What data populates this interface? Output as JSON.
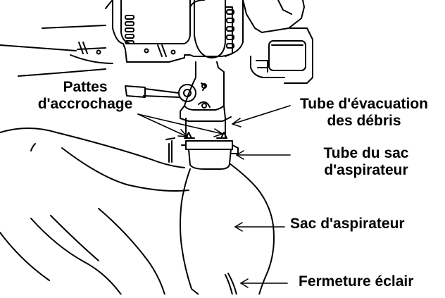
{
  "labels": {
    "hooks_line1": "Pattes",
    "hooks_line2": "d'accrochage",
    "chute_line1": "Tube d'évacuation",
    "chute_line2": "des débris",
    "bag_tube_line1": "Tube du sac",
    "bag_tube_line2": "d'aspirateur",
    "bag": "Sac d'aspirateur",
    "zipper": "Fermeture éclair"
  },
  "colors": {
    "ink": "#000000",
    "background": "#ffffff"
  }
}
